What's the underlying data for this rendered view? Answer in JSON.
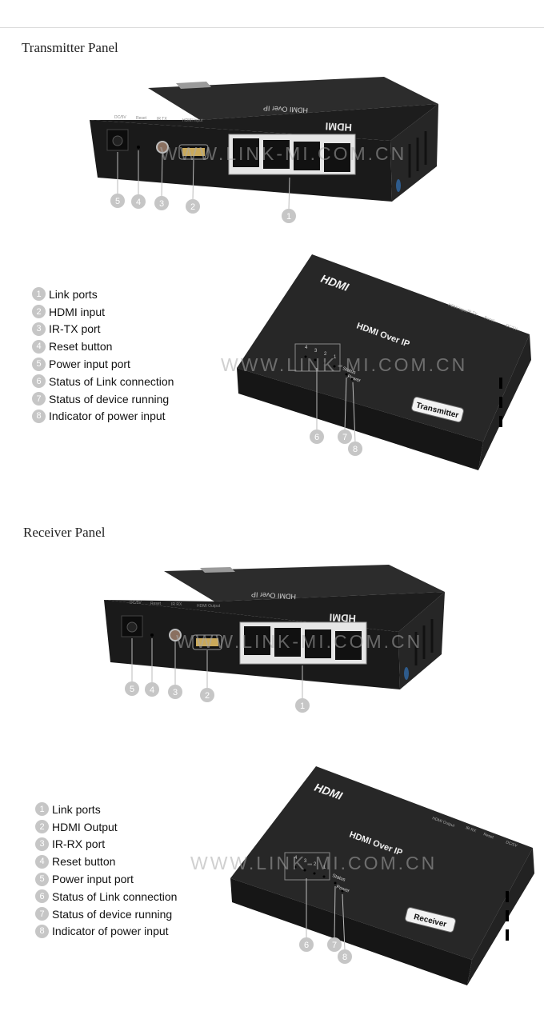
{
  "sections": [
    {
      "title": "Transmitter Panel",
      "rear": {
        "brand": "HDMI",
        "product_text": "HDMI Over IP",
        "port_labels": [
          "DC/5V",
          "Reset",
          "IR TX",
          "HDMI Input"
        ],
        "callouts": [
          "5",
          "4",
          "3",
          "2",
          "1"
        ]
      },
      "front": {
        "brand": "HDMI",
        "product_text": "HDMI Over IP",
        "port_labels": [
          "DC/5V",
          "Reset",
          "IR TX",
          "HDMI Input"
        ],
        "link_numbers": [
          "4",
          "3",
          "2",
          "1"
        ],
        "status_label": "Status",
        "power_label": "Power",
        "badge": "Transmitter",
        "callouts": [
          "6",
          "7",
          "8"
        ]
      },
      "legend": [
        {
          "num": "1",
          "label": "Link ports"
        },
        {
          "num": "2",
          "label": "HDMI input"
        },
        {
          "num": "3",
          "label": "IR-TX port"
        },
        {
          "num": "4",
          "label": "Reset button"
        },
        {
          "num": "5",
          "label": "Power input port"
        },
        {
          "num": "6",
          "label": "Status of Link connection"
        },
        {
          "num": "7",
          "label": "Status of device running"
        },
        {
          "num": "8",
          "label": "Indicator of power input"
        }
      ]
    },
    {
      "title": "Receiver Panel",
      "rear": {
        "brand": "HDMI",
        "product_text": "HDMI Over IP",
        "port_labels": [
          "DC/5V",
          "Reset",
          "IR RX",
          "HDMI Output"
        ],
        "callouts": [
          "5",
          "4",
          "3",
          "2",
          "1"
        ]
      },
      "front": {
        "brand": "HDMI",
        "product_text": "HDMI Over IP",
        "port_labels": [
          "DC/5V",
          "Reset",
          "IR RX",
          "HDMI Output"
        ],
        "link_numbers": [
          "4",
          "3",
          "2",
          "1"
        ],
        "status_label": "Status",
        "power_label": "Power",
        "badge": "Receiver",
        "callouts": [
          "6",
          "7",
          "8"
        ]
      },
      "legend": [
        {
          "num": "1",
          "label": "Link ports"
        },
        {
          "num": "2",
          "label": "HDMI Output"
        },
        {
          "num": "3",
          "label": "IR-RX port"
        },
        {
          "num": "4",
          "label": "Reset button"
        },
        {
          "num": "5",
          "label": "Power input port"
        },
        {
          "num": "6",
          "label": "Status of Link connection"
        },
        {
          "num": "7",
          "label": "Status of device running"
        },
        {
          "num": "8",
          "label": "Indicator of power input"
        }
      ]
    }
  ],
  "watermark": "WWW.LINK-MI.COM.CN"
}
